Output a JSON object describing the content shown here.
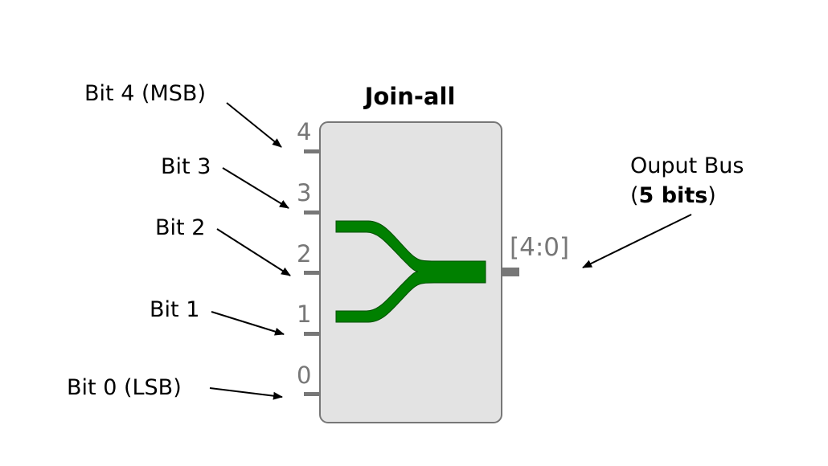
{
  "block": {
    "title": "Join-all",
    "body_color": "#e3e3e3",
    "border_color": "#777777",
    "icon_color": "#008000"
  },
  "inputs": [
    {
      "pin": "4",
      "label": "Bit 4 (MSB)"
    },
    {
      "pin": "3",
      "label": "Bit 3"
    },
    {
      "pin": "2",
      "label": "Bit 2"
    },
    {
      "pin": "1",
      "label": "Bit 1"
    },
    {
      "pin": "0",
      "label": "Bit 0 (LSB)"
    }
  ],
  "output": {
    "bus_range": "[4:0]",
    "label_line1": "Ouput Bus",
    "label_line2_open": "(",
    "label_line2_bold": "5 bits",
    "label_line2_close": ")"
  }
}
